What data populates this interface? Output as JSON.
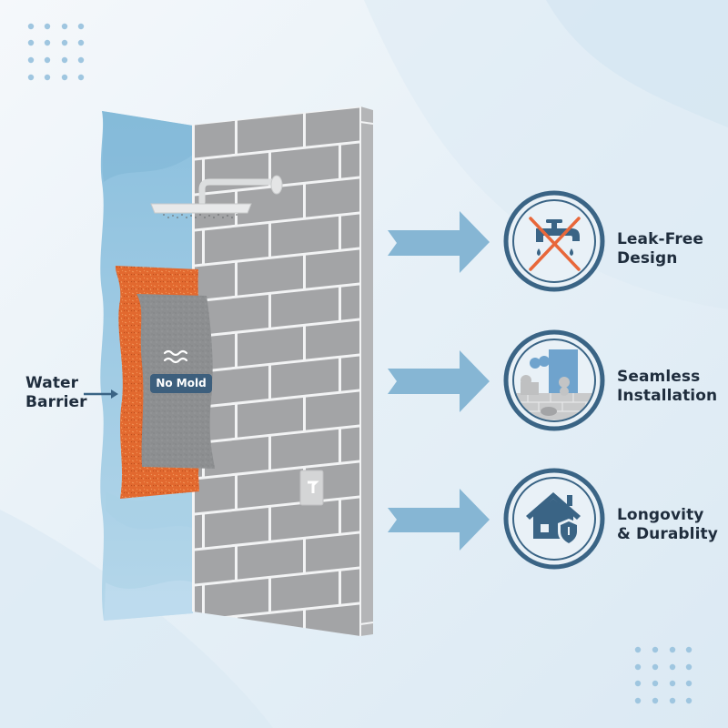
{
  "colors": {
    "background_light": "#f3f7fb",
    "background_blue": "#d3e5f2",
    "dot": "#9fc6e0",
    "membrane": "#9cc9e2",
    "membrane_dark": "#7fb6d6",
    "orange_layer": "#e2692f",
    "gray_board": "#8e9092",
    "wall_face": "#a3a4a6",
    "wall_side": "#b4b5b7",
    "grout": "#f2f3f4",
    "arrow": "#86b6d4",
    "icon_navy": "#3a6485",
    "cross_orange": "#e8673a",
    "text_dark": "#1f2d3d",
    "badge_bg": "#3d5f7d"
  },
  "callout": {
    "line1": "Water",
    "line2": "Barrier",
    "arrow": "arrow-right-icon"
  },
  "layers": {
    "badge_text": "No Mold",
    "waves_icon": "water-waves-icon"
  },
  "fixtures": {
    "shower_head": "shower-head-icon",
    "valve": "shower-valve-icon"
  },
  "features": [
    {
      "icon": "no-leaking-faucet-icon",
      "line1": "Leak-Free",
      "line2": "Design"
    },
    {
      "icon": "puzzle-pieces-icon",
      "line1": "Seamless",
      "line2": "Installation"
    },
    {
      "icon": "house-shield-icon",
      "line1": "Longovity",
      "line2": "& Durablity"
    }
  ]
}
